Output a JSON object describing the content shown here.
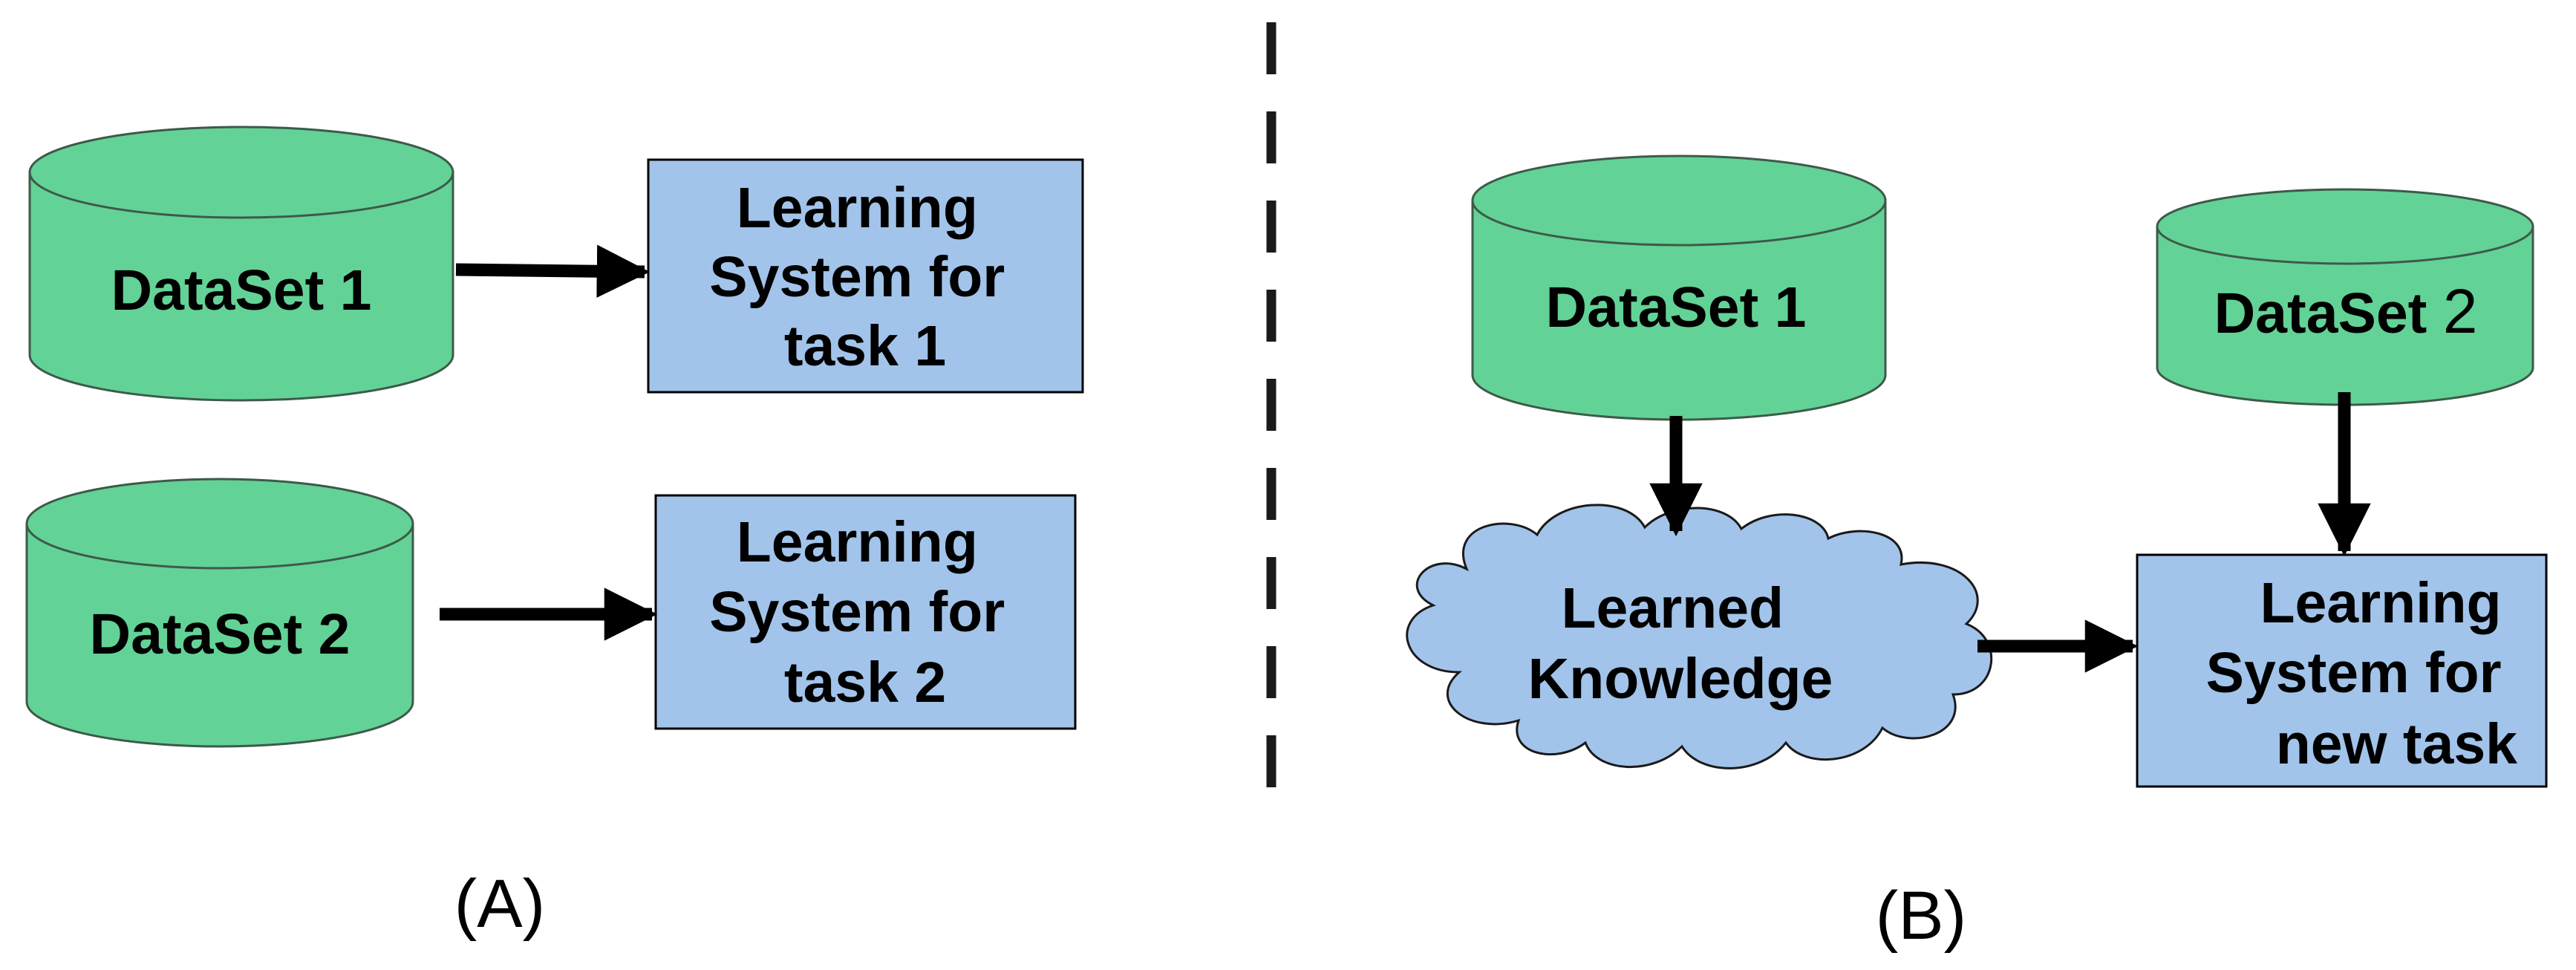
{
  "colors": {
    "dataset_fill": "#63d297",
    "box_fill": "#a2c4ea",
    "stroke": "#3d5a49",
    "arrow": "#000000"
  },
  "panel_a": {
    "label": "(A)",
    "dataset_1": "DataSet 1",
    "dataset_2": "DataSet 2",
    "system_1": [
      "Learning",
      "System for",
      "task 1"
    ],
    "system_2": [
      "Learning",
      "System for",
      "task 2"
    ]
  },
  "panel_b": {
    "label": "(B)",
    "dataset_1": "DataSet 1",
    "dataset_2_prefix": "DataSet ",
    "dataset_2_number": "2",
    "knowledge": [
      "Learned",
      "Knowledge"
    ],
    "system_new": [
      "Learning",
      "System for",
      "new task"
    ]
  }
}
